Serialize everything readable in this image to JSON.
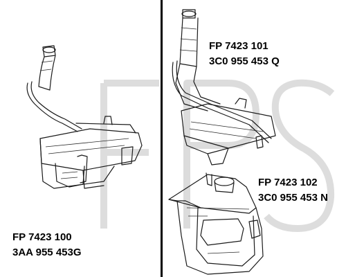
{
  "parts": [
    {
      "number": "FP 7423 100",
      "oem": "3AA 955 453G"
    },
    {
      "number": "FP 7423 101",
      "oem": "3C0 955 453 Q"
    },
    {
      "number": "FP 7423 102",
      "oem": "3C0 955 453 N"
    }
  ],
  "watermark": "FPS",
  "colors": {
    "line": "#1a1a1a",
    "divider": "#000000",
    "watermark": "#d9d9d9",
    "background": "#ffffff"
  }
}
